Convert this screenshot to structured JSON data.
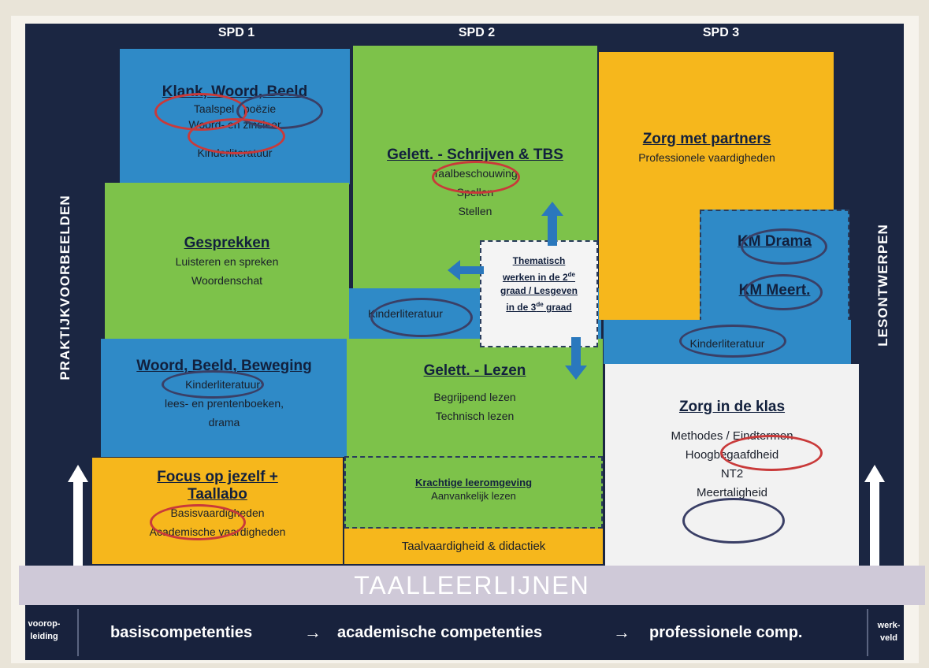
{
  "headers": {
    "spd1": "SPD 1",
    "spd2": "SPD 2",
    "spd3": "SPD 3"
  },
  "side": {
    "left": "PRAKTIJKVOORBEELDEN",
    "right": "LESONTWERPEN"
  },
  "colors": {
    "blue": "#2f8ac7",
    "green": "#7dc24a",
    "yellow": "#f6b71c",
    "navy": "#1b2642",
    "lavender": "#cfc9d8",
    "red_marker": "#c93a3a"
  },
  "spd1": {
    "klank": {
      "title": "Klank, Woord, Beeld",
      "lines": [
        "Taalspel / poëzie",
        "Woord- en zinsleer",
        "Kinderliteratuur"
      ]
    },
    "gesprekken": {
      "title": "Gesprekken",
      "lines": [
        "Luisteren en spreken",
        "Woordenschat"
      ]
    },
    "woord": {
      "title": "Woord, Beeld, Beweging",
      "lines": [
        "Kinderliteratuur:",
        "lees- en prentenboeken,",
        "drama"
      ]
    },
    "focus": {
      "title_1": "Focus op jezelf +",
      "title_2": "Taallabo",
      "lines": [
        "Basisvaardigheden",
        "Academische vaardigheden"
      ]
    }
  },
  "spd2": {
    "schrijven": {
      "title": "Gelett. - Schrijven & TBS",
      "lines": [
        "Taalbeschouwing",
        "Spellen",
        "Stellen"
      ]
    },
    "kinderlit": "Kinderliteratuur",
    "thematisch": {
      "l1": "Thematisch",
      "l2": "werken in de 2",
      "l3": "graad / Lesgeven",
      "l4": "in de 3",
      "l5": "graad",
      "sup": "de"
    },
    "lezen": {
      "title": "Gelett. - Lezen",
      "lines": [
        "Begrijpend lezen",
        "Technisch lezen"
      ]
    },
    "krachtig": {
      "title": "Krachtige leeromgeving",
      "line": "Aanvankelijk lezen"
    },
    "taalvaardigheid": "Taalvaardigheid & didactiek"
  },
  "spd3": {
    "zorg_partners": {
      "title": "Zorg met partners",
      "line": "Professionele vaardigheden"
    },
    "km_drama": "KM Drama",
    "km_meert": "KM Meert.",
    "kinderlit": "Kinderliteratuur",
    "zorg_klas": {
      "title": "Zorg in de klas",
      "lines": [
        "Methodes / Eindtermen",
        "Hoogbegaafdheid",
        "NT2",
        "Meertaligheid"
      ]
    }
  },
  "band": "TAALLEERLIJNEN",
  "bottom": {
    "left_1": "voorop-",
    "left_2": "leiding",
    "basis": "basiscompetenties",
    "arrow1": "→",
    "academisch": "academische competenties",
    "arrow2": "→",
    "professioneel": "professionele comp.",
    "right_1": "werk-",
    "right_2": "veld"
  }
}
